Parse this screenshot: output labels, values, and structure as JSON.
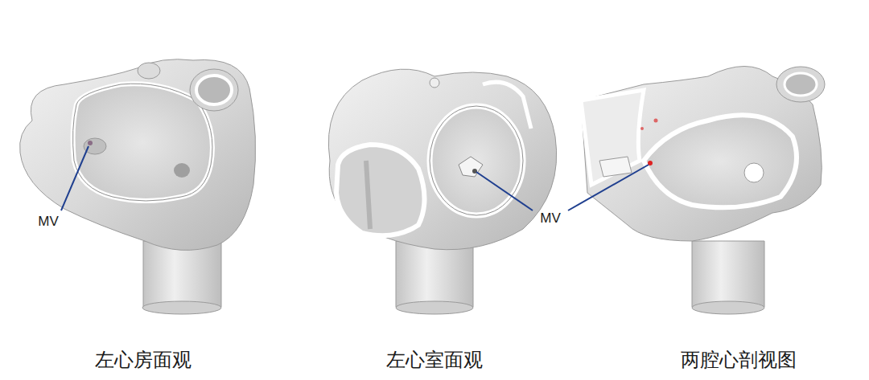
{
  "diagram": {
    "labels": [
      "MV",
      "MV",
      "左心房面观",
      "左心室面观",
      "两腔心剖视图"
    ]
  }
}
